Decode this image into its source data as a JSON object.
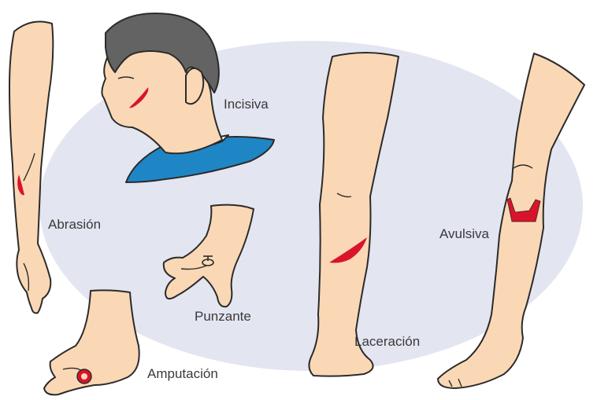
{
  "labels": {
    "incisiva": "Incisiva",
    "abrasion": "Abrasión",
    "punzante": "Punzante",
    "amputacion": "Amputación",
    "laceracion": "Laceración",
    "avulsiva": "Avulsiva"
  },
  "colors": {
    "background_ellipse": "#e3e5f1",
    "skin": "#fbd8b5",
    "outline": "#2b2b2b",
    "wound": "#d9142a",
    "hair": "#636363",
    "shirt": "#1f86c6"
  }
}
